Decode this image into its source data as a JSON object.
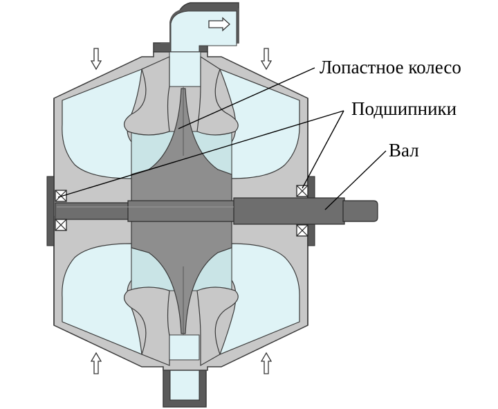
{
  "labels": {
    "impeller": "Лопастное колесо",
    "bearings": "Подшипники",
    "shaft": "Вал"
  },
  "colors": {
    "housing": "#c8c8c8",
    "fluid": "#dff3f6",
    "fluid_inner": "#c9e4e6",
    "hub": "#8e8e8e",
    "shaft": "#6e6e6e",
    "plate": "#5a5a5a",
    "outline": "#3a3a3a"
  }
}
